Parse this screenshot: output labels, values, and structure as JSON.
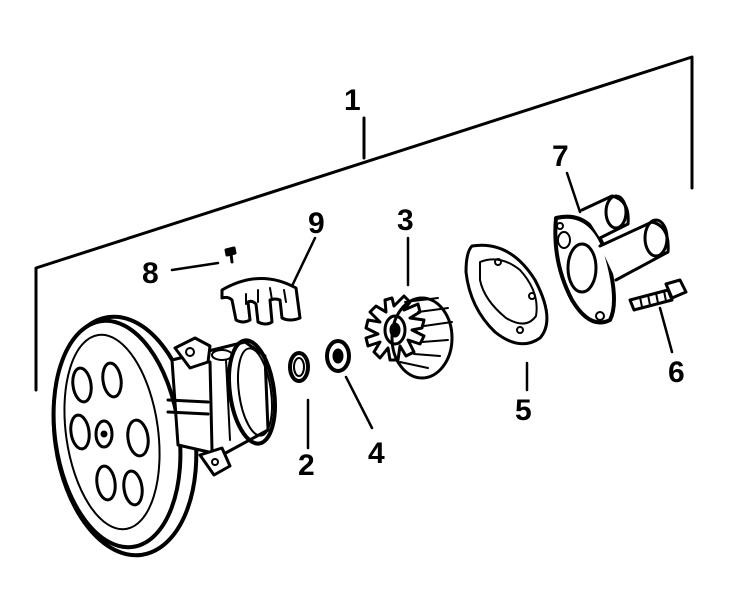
{
  "diagram": {
    "type": "exploded-parts-view",
    "subject": "raw-water-pump-assembly",
    "line_color": "#000000",
    "background": "#ffffff",
    "callouts": [
      {
        "id": "1",
        "label": "1",
        "part": "pump-assembly"
      },
      {
        "id": "2",
        "label": "2",
        "part": "o-ring"
      },
      {
        "id": "3",
        "label": "3",
        "part": "impeller"
      },
      {
        "id": "4",
        "label": "4",
        "part": "washer"
      },
      {
        "id": "5",
        "label": "5",
        "part": "gasket"
      },
      {
        "id": "6",
        "label": "6",
        "part": "screw"
      },
      {
        "id": "7",
        "label": "7",
        "part": "cover"
      },
      {
        "id": "8",
        "label": "8",
        "part": "screw-small"
      },
      {
        "id": "9",
        "label": "9",
        "part": "cam-insert"
      }
    ]
  }
}
